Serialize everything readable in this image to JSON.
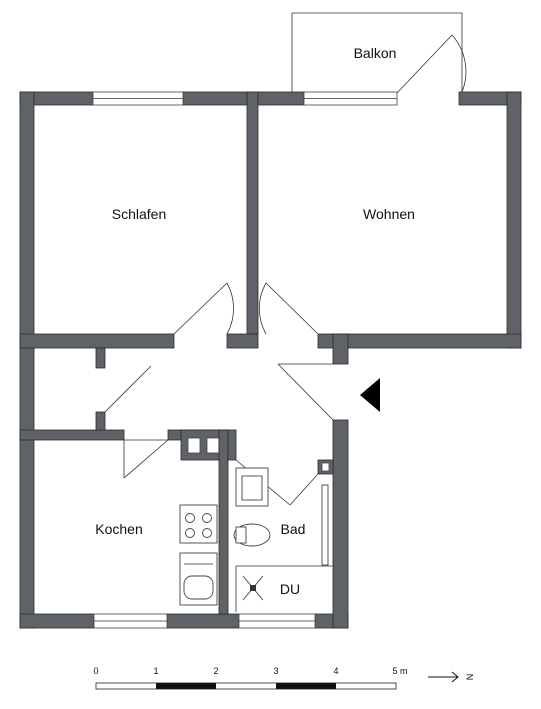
{
  "rooms": {
    "balcony": "Balkon",
    "bedroom": "Schlafen",
    "living": "Wohnen",
    "kitchen": "Kochen",
    "bathroom": "Bad",
    "shower": "DU"
  },
  "scale": {
    "ticks": [
      "0",
      "1",
      "2",
      "3",
      "4",
      "5 m"
    ],
    "north": "N"
  },
  "colors": {
    "wall": "#5f6368",
    "line": "#333333"
  }
}
